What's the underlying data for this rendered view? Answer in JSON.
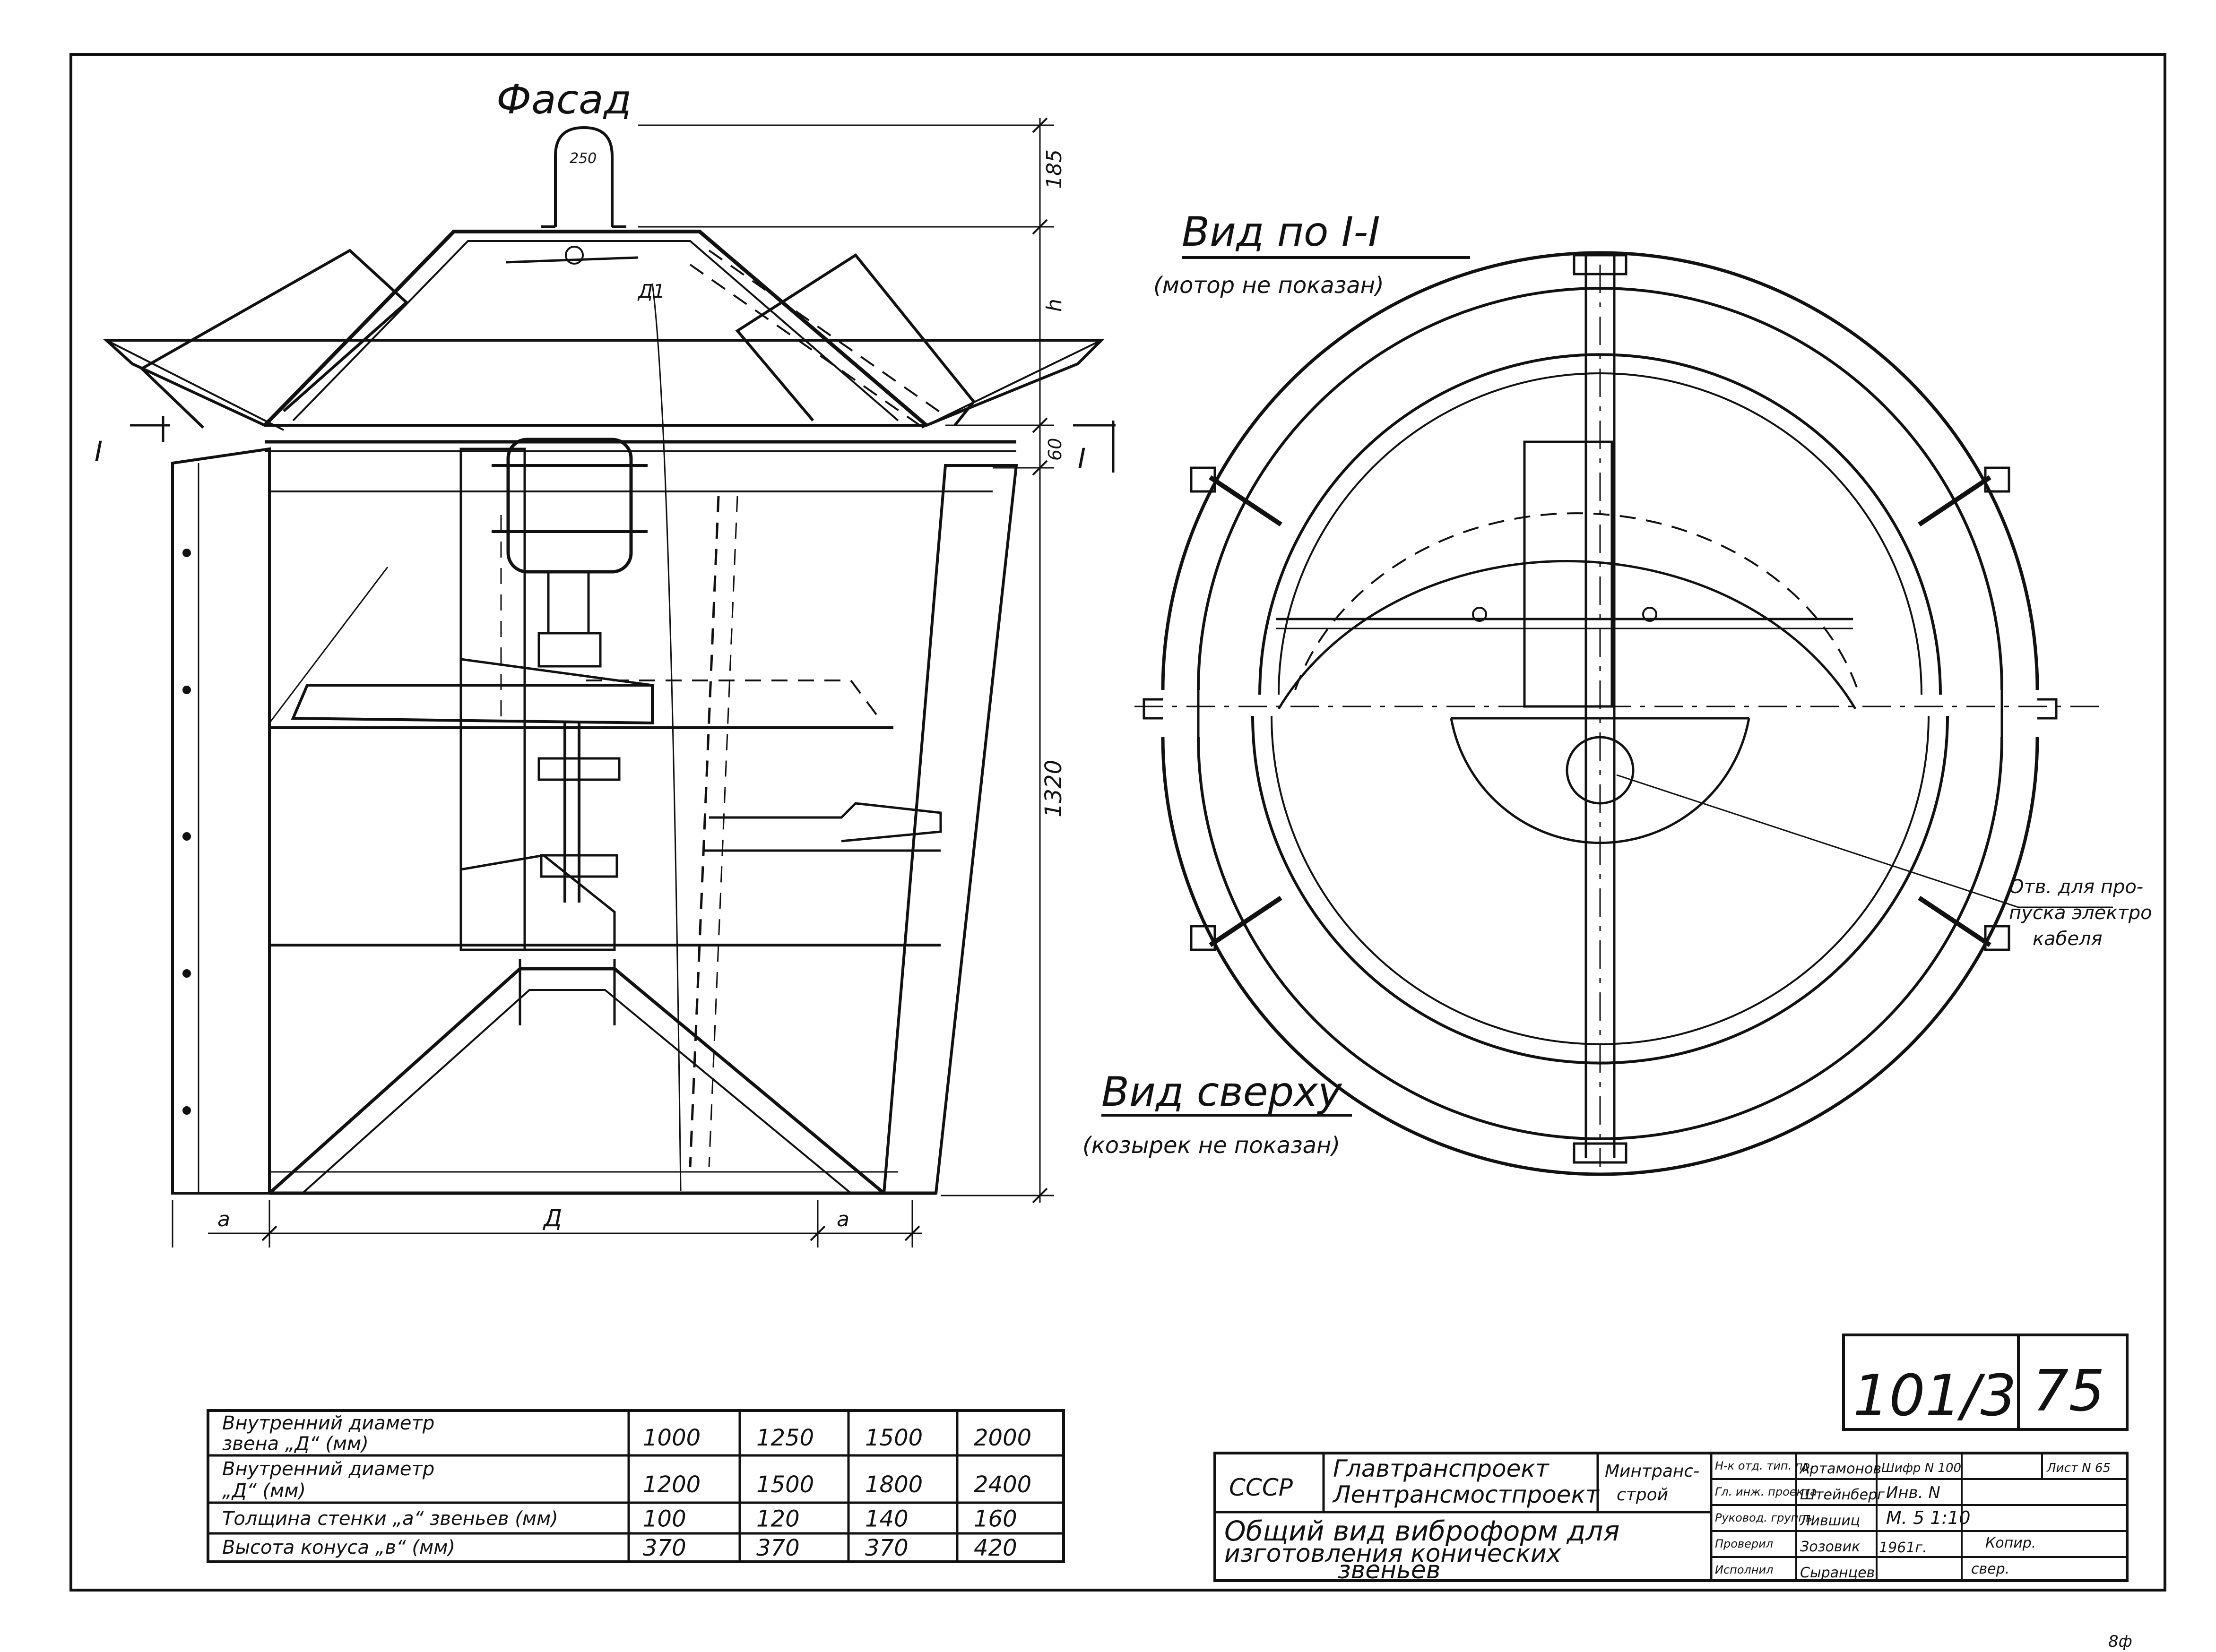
{
  "facade": {
    "title": "Фасад",
    "dim_top": "185",
    "dim_h": "h",
    "dim_60": "60",
    "dim_height": "1320",
    "dim_a_left": "a",
    "dim_D": "Д",
    "dim_a_right": "a",
    "hook_label": "250",
    "section_mark_left": "I",
    "section_mark_right": "I",
    "inner_label": "Д1"
  },
  "view_section": {
    "title": "Вид по I-I",
    "note": "(мотор не показан)"
  },
  "view_top": {
    "title": "Вид сверху",
    "note": "(козырек не показан)"
  },
  "cable_hole": {
    "line1": "Отв. для про-",
    "line2": "пуска электро",
    "line3": "кабеля"
  },
  "sheet": {
    "series": "101/3",
    "number": "75"
  },
  "spec_table": {
    "rows": [
      {
        "label1": "Внутренний диаметр",
        "label2": "звена „Д“ (мм)",
        "values": [
          "1000",
          "1250",
          "1500",
          "2000"
        ]
      },
      {
        "label1": "Внутренний диаметр",
        "label2": "„Д“ (мм)",
        "values": [
          "1200",
          "1500",
          "1800",
          "2400"
        ]
      },
      {
        "label1": "Толщина стенки „a“ звеньев (мм)",
        "label2": "",
        "values": [
          "100",
          "120",
          "140",
          "160"
        ]
      },
      {
        "label1": "Высота конуса „в“ (мм)",
        "label2": "",
        "values": [
          "370",
          "370",
          "370",
          "420"
        ]
      }
    ]
  },
  "title_block": {
    "country": "СССР",
    "org1": "Главтранспроект",
    "org2": "Лентрансмостпроект",
    "ministry1": "Минтранс-",
    "ministry2": "строй",
    "drawing_title1": "Общий вид виброформ для",
    "drawing_title2": "изготовления конических",
    "drawing_title3": "звеньев",
    "roles": [
      {
        "role": "Н-к отд. тип. пр.",
        "name": "Артамонов"
      },
      {
        "role": "Гл. инж. проекта",
        "name": "Штейнберг"
      },
      {
        "role": "Руковод. группы",
        "name": "Лившиц"
      },
      {
        "role": "Проверил",
        "name": "Зозовик"
      },
      {
        "role": "Исполнил",
        "name": "Сыранцев"
      }
    ],
    "shifr_label": "Шифр N 100",
    "list_label": "Лист N 65",
    "inv": "Инв. N",
    "scale": "М. 5  1:10",
    "year": "1961г.",
    "copy": "Копир.",
    "sver": "свер.",
    "corner_mark": "8ф"
  }
}
